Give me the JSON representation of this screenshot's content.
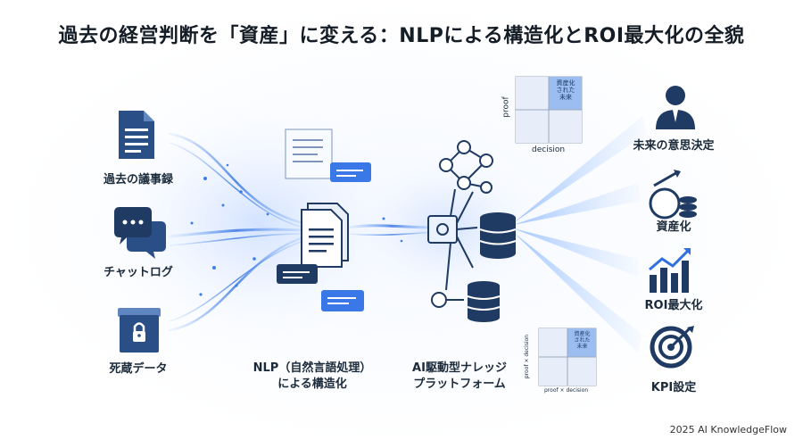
{
  "title": "過去の経営判断を「資産」に変える：NLPによる構造化とROI最大化の全貌",
  "sources": [
    {
      "label": "過去の議事録",
      "icon": "document-icon"
    },
    {
      "label": "チャットログ",
      "icon": "chat-bubbles-icon"
    },
    {
      "label": "死蔵データ",
      "icon": "locked-box-icon"
    }
  ],
  "nlp": {
    "line1": "NLP（自然言語処理）",
    "line2": "による構造化"
  },
  "platform": {
    "line1": "AI駆動型ナレッジ",
    "line2": "プラットフォーム"
  },
  "matrix_top": {
    "ylabel": "proof",
    "xlabel": "decision",
    "cell_line1": "資産化",
    "cell_line2": "された",
    "cell_line3": "未来"
  },
  "matrix_bottom": {
    "ylabel": "proof × decision",
    "xlabel": "proof × decision",
    "cell_line1": "資産化",
    "cell_line2": "された",
    "cell_line3": "未来"
  },
  "outcomes": [
    {
      "label": "未来の意思決定",
      "icon": "business-person-icon"
    },
    {
      "label": "資産化",
      "icon": "dollar-coins-icon"
    },
    {
      "label": "ROI最大化",
      "icon": "growth-chart-icon"
    },
    {
      "label": "KPI設定",
      "icon": "target-icon"
    }
  ],
  "footer": "2025 AI KnowledgeFlow",
  "colors": {
    "navy": "#1f3a63",
    "accent": "#2f6fe0",
    "glow": "#7fb2ff"
  }
}
